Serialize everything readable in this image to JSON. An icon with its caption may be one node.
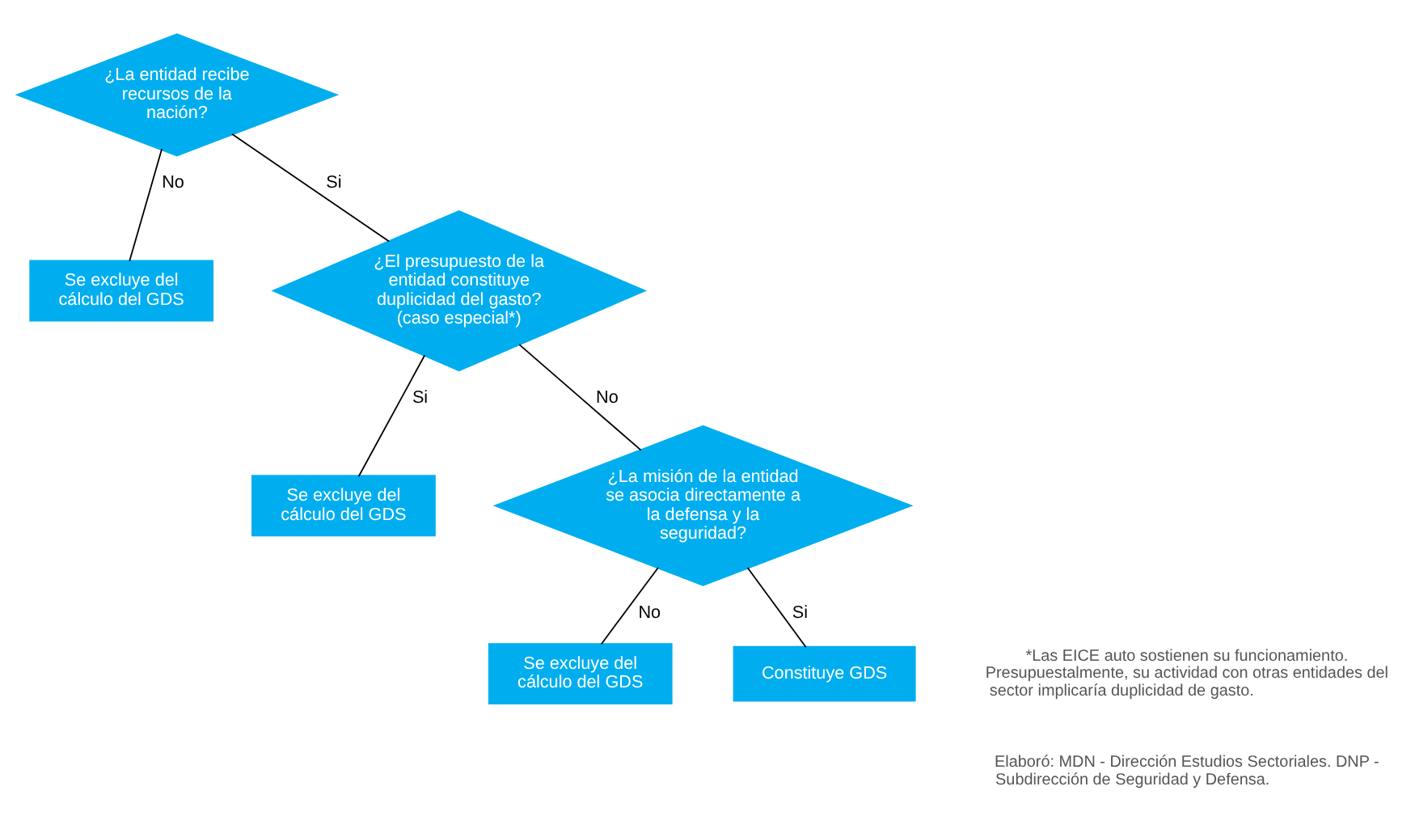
{
  "diagram": {
    "nodes": [
      {
        "text": [
          "¿La entidad recibe recursos de la nación?"
        ]
      },
      {
        "text": [
          "Se excluye del cálculo del GDS"
        ]
      },
      {
        "text": [
          "¿El presupuesto de la entidad constituye duplicidad del gasto?",
          "(caso especial*)"
        ]
      },
      {
        "text": [
          "Se excluye del cálculo del GDS"
        ]
      },
      {
        "text": [
          "¿La misión de la entidad se asocia directamente a la defensa y la seguridad?"
        ]
      },
      {
        "text": [
          "Se excluye del cálculo del GDS"
        ]
      },
      {
        "text": [
          "Constituye GDS"
        ]
      }
    ],
    "edges": [
      {
        "from": 0,
        "to": 1,
        "arrow": "none",
        "label": "No"
      },
      {
        "from": 0,
        "to": 2,
        "arrow": "none",
        "label": "Si"
      },
      {
        "from": 2,
        "to": 3,
        "arrow": "none",
        "label": "Si"
      },
      {
        "from": 2,
        "to": 4,
        "arrow": "none",
        "label": "No"
      },
      {
        "from": 4,
        "to": 5,
        "arrow": "none",
        "label": "No"
      },
      {
        "from": 4,
        "to": 6,
        "arrow": "none",
        "label": "Si"
      }
    ],
    "labels": [
      "*Las EICE auto sostienen su funcionamiento. Presupuestalmente, su actividad con otras entidades del sector implicaría duplicidad de gasto.",
      "Elaboró: MDN - Dirección Estudios Sectoriales. DNP - Subdirección de Seguridad y Defensa."
    ]
  }
}
